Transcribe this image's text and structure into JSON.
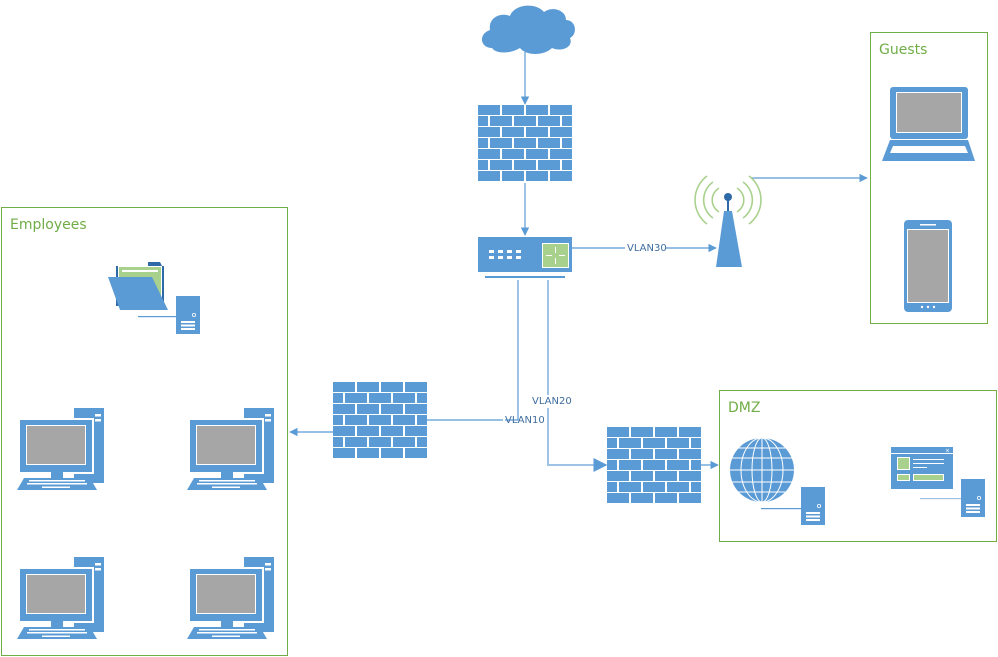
{
  "diagram": {
    "title": "Network topology",
    "colors": {
      "icon_blue": "#5b9bd5",
      "icon_dark_blue": "#2e6aa8",
      "line_blue": "#5b9bd5",
      "zone_green": "#70ad47",
      "accent_green": "#a9d18e",
      "screen_gray": "#a6a6a6"
    },
    "zones": [
      {
        "id": "employees",
        "label": "Employees"
      },
      {
        "id": "guests",
        "label": "Guests"
      },
      {
        "id": "dmz",
        "label": "DMZ"
      }
    ],
    "nodes": [
      {
        "id": "internet",
        "type": "cloud-icon"
      },
      {
        "id": "edge-firewall",
        "type": "firewall-icon"
      },
      {
        "id": "core-switch",
        "type": "switch-icon"
      },
      {
        "id": "wireless-ap",
        "type": "wireless-tower-icon"
      },
      {
        "id": "employees-firewall",
        "type": "firewall-icon"
      },
      {
        "id": "dmz-firewall",
        "type": "firewall-icon"
      },
      {
        "id": "file-server",
        "type": "file-server-icon",
        "zone": "employees"
      },
      {
        "id": "workstation-1",
        "type": "desktop-pc-icon",
        "zone": "employees"
      },
      {
        "id": "workstation-2",
        "type": "desktop-pc-icon",
        "zone": "employees"
      },
      {
        "id": "workstation-3",
        "type": "desktop-pc-icon",
        "zone": "employees"
      },
      {
        "id": "workstation-4",
        "type": "desktop-pc-icon",
        "zone": "employees"
      },
      {
        "id": "guest-laptop",
        "type": "laptop-icon",
        "zone": "guests"
      },
      {
        "id": "guest-phone",
        "type": "smartphone-icon",
        "zone": "guests"
      },
      {
        "id": "web-server",
        "type": "web-server-icon",
        "zone": "dmz"
      },
      {
        "id": "app-server",
        "type": "application-server-icon",
        "zone": "dmz"
      }
    ],
    "edges": [
      {
        "from": "internet",
        "to": "edge-firewall",
        "label": ""
      },
      {
        "from": "edge-firewall",
        "to": "core-switch",
        "label": ""
      },
      {
        "from": "core-switch",
        "to": "wireless-ap",
        "label": "VLAN30"
      },
      {
        "from": "wireless-ap",
        "to": "guests",
        "label": ""
      },
      {
        "from": "core-switch",
        "to": "employees-firewall",
        "label": "VLAN10"
      },
      {
        "from": "employees-firewall",
        "to": "employees",
        "label": ""
      },
      {
        "from": "core-switch",
        "to": "dmz-firewall",
        "label": "VLAN20"
      },
      {
        "from": "dmz-firewall",
        "to": "dmz",
        "label": ""
      }
    ]
  }
}
